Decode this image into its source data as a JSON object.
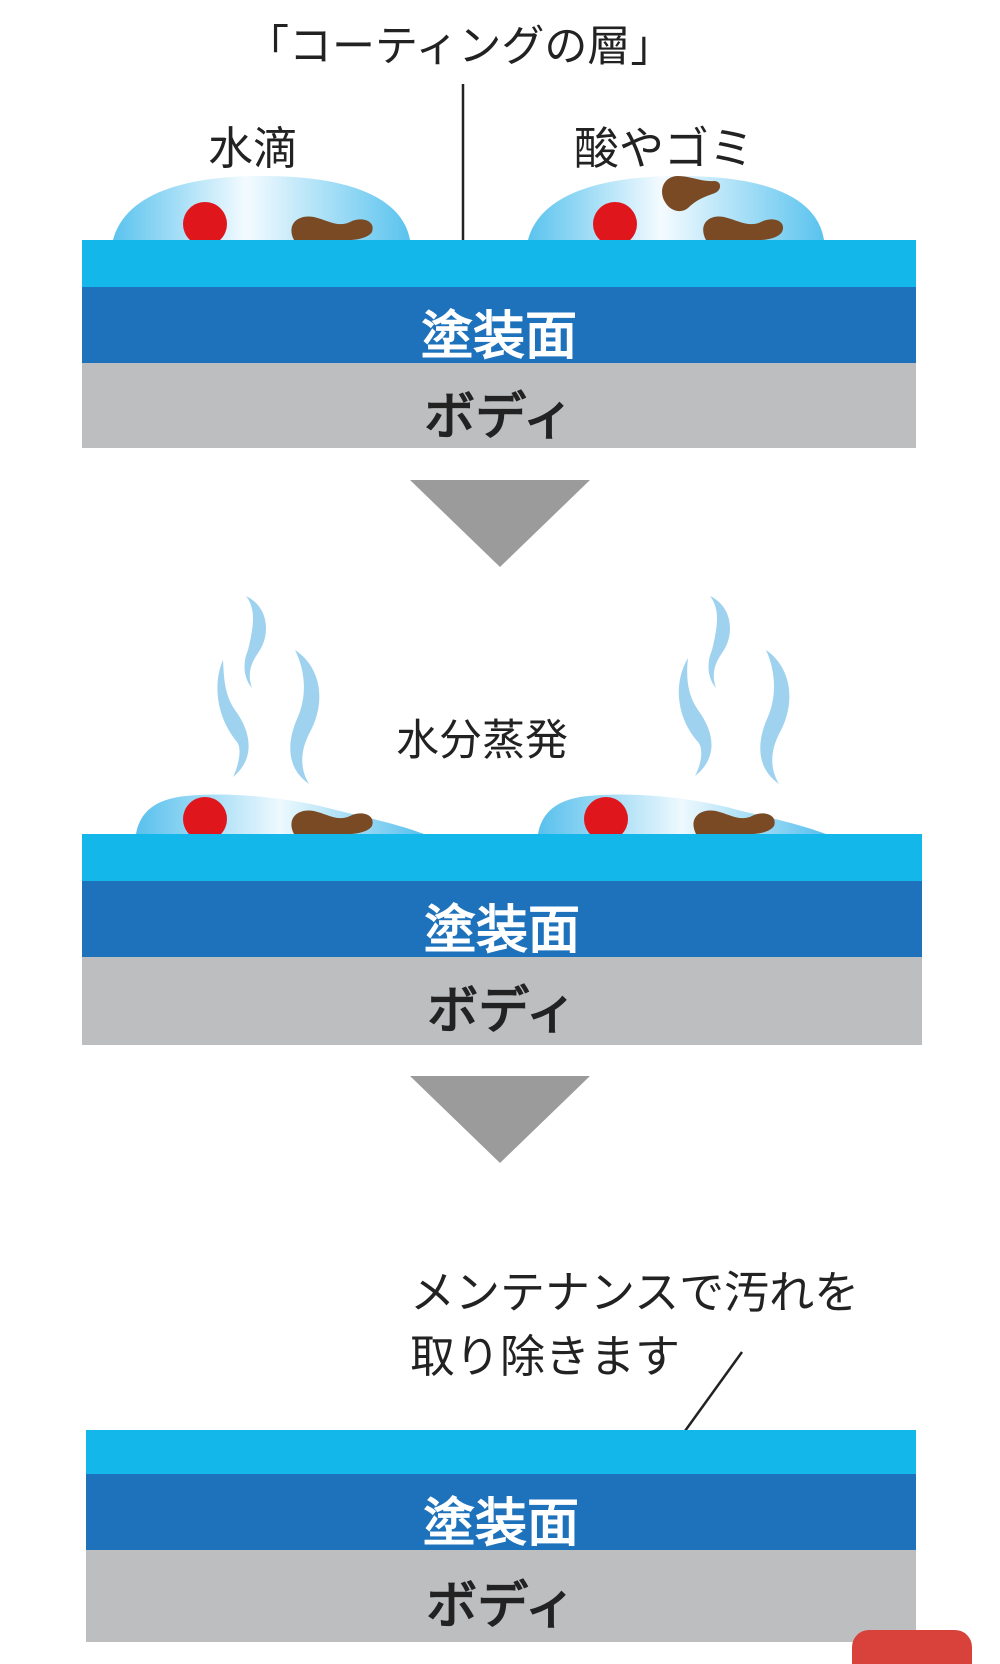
{
  "colors": {
    "coating": "#14b7ea",
    "paint": "#1e72bb",
    "body": "#bdbec0",
    "arrow": "#9b9b9b",
    "droplet_light": "#e7f7fd",
    "droplet_blue": "#47b8e9",
    "contaminant_red": "#e0161d",
    "contaminant_brown": "#7a4a24",
    "vapor": "#9ed2ef",
    "text_dark": "#222222",
    "text_light": "#ffffff"
  },
  "labels": {
    "coating_layer": "「コーティングの層」",
    "water_drop": "水滴",
    "acid_dust": "酸やゴミ",
    "evaporation": "水分蒸発",
    "maintenance_line1": "メンテナンスで汚れを",
    "maintenance_line2": "取り除きます"
  },
  "layers": {
    "paint": "塗装面",
    "body": "ボディ"
  }
}
